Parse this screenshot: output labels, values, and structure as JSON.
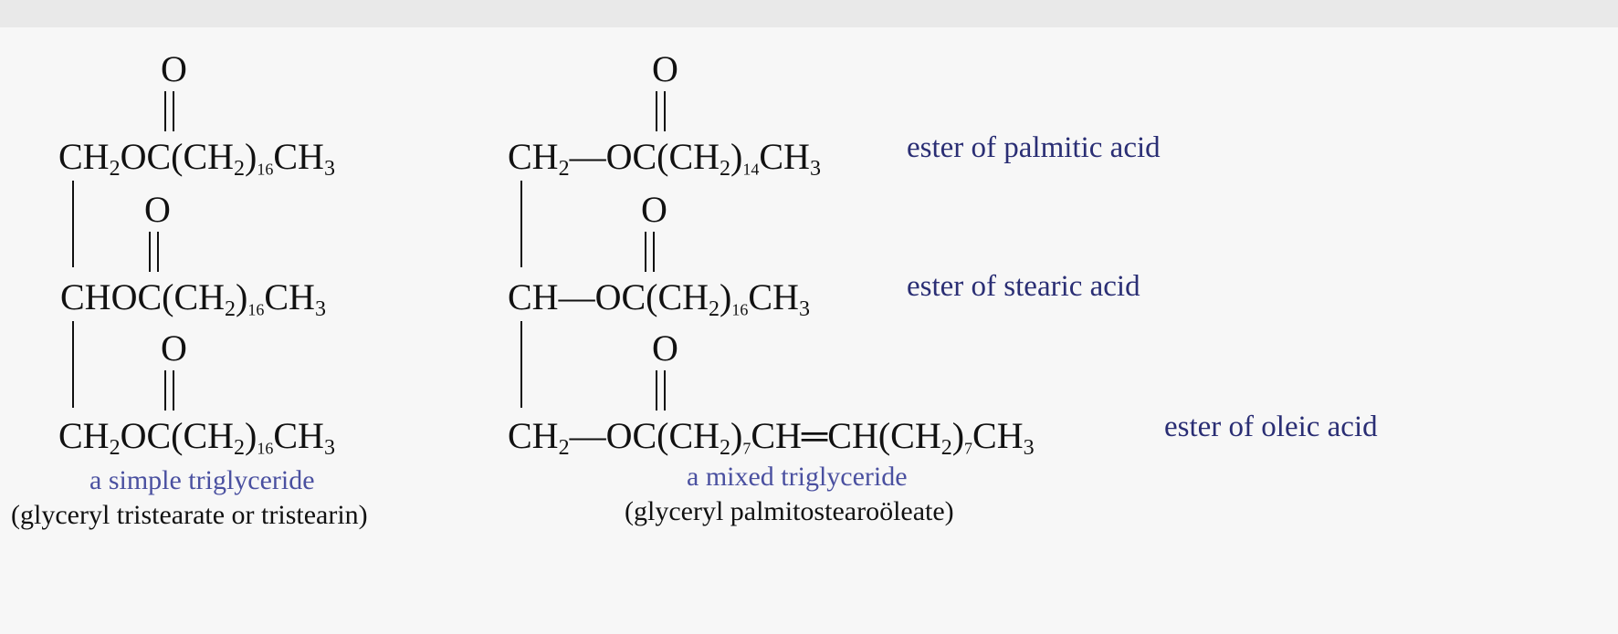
{
  "simple": {
    "rows": [
      {
        "oxygen": "O",
        "parts": [
          "CH",
          "2",
          "OC(CH",
          "2",
          ")",
          "16",
          "CH",
          "3"
        ]
      },
      {
        "oxygen": "O",
        "parts": [
          "CHOC(CH",
          "2",
          ")",
          "16",
          "CH",
          "3"
        ]
      },
      {
        "oxygen": "O",
        "parts": [
          "CH",
          "2",
          "OC(CH",
          "2",
          ")",
          "16",
          "CH",
          "3"
        ]
      }
    ],
    "caption": "a simple triglyceride",
    "subcaption": "(glyceryl tristearate or tristearin)"
  },
  "mixed": {
    "rows": [
      {
        "oxygen": "O",
        "parts": [
          "CH",
          "2",
          "—OC(CH",
          "2",
          ")",
          "14",
          "CH",
          "3"
        ],
        "note": "ester of palmitic acid"
      },
      {
        "oxygen": "O",
        "parts": [
          "CH—OC(CH",
          "2",
          ")",
          "16",
          "CH",
          "3"
        ],
        "note": "ester of stearic acid"
      },
      {
        "oxygen": "O",
        "parts": [
          "CH",
          "2",
          "—OC(CH",
          "2",
          ")",
          "7",
          "CH═CH(CH",
          "2",
          ")",
          "7",
          "CH",
          "3"
        ],
        "note": "ester of oleic acid"
      }
    ],
    "caption": "a mixed triglyceride",
    "subcaption": "(glyceryl palmitostearoöleate)"
  }
}
